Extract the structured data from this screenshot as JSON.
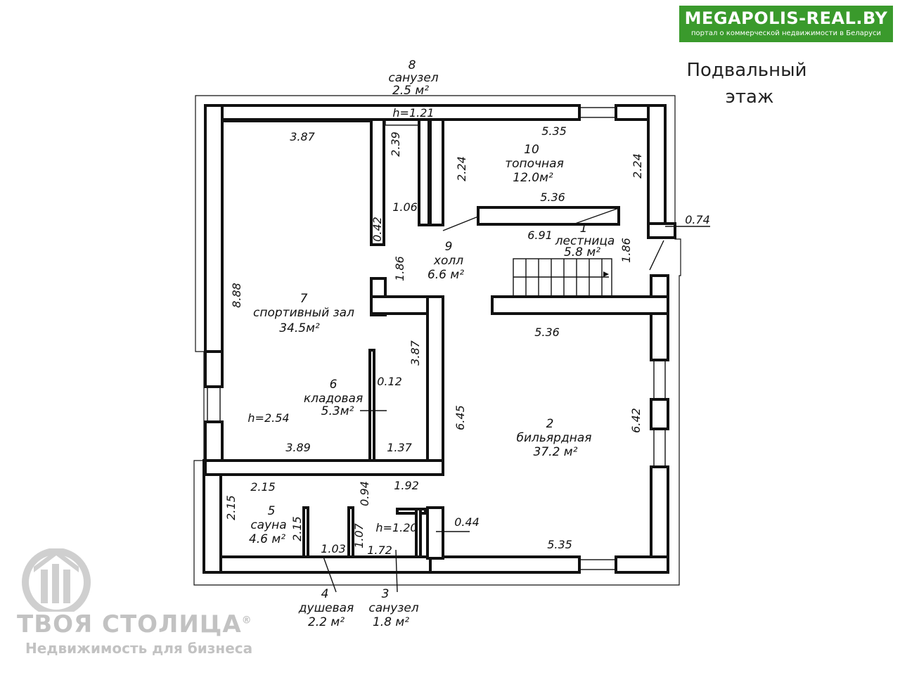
{
  "title": {
    "line1": "Подвальный",
    "line2": "этаж"
  },
  "brand": {
    "name": "MEGAPOLIS-REAL.BY",
    "tagline": "портал о коммерческой недвижимости в Беларуси",
    "color": "#3a9a2c"
  },
  "watermark": {
    "name": "ТВОЯ СТОЛИЦА",
    "registered": "®",
    "tagline": "Недвижимость для бизнеса",
    "color": "#c2c2c2"
  },
  "rooms": [
    {
      "num": "1",
      "name": "лестница",
      "area": "5.8 м²"
    },
    {
      "num": "2",
      "name": "бильярдная",
      "area": "37.2 м²"
    },
    {
      "num": "3",
      "name": "санузел",
      "area": "1.8 м²"
    },
    {
      "num": "4",
      "name": "душевая",
      "area": "2.2 м²"
    },
    {
      "num": "5",
      "name": "сауна",
      "area": "4.6 м²"
    },
    {
      "num": "6",
      "name": "кладовая",
      "area": "5.3м²"
    },
    {
      "num": "7",
      "name": "спортивный зал",
      "area": "34.5м²"
    },
    {
      "num": "8",
      "name": "санузел",
      "area": "2.5 м²"
    },
    {
      "num": "9",
      "name": "холл",
      "area": "6.6 м²"
    },
    {
      "num": "10",
      "name": "топочная",
      "area": "12.0м²"
    }
  ],
  "dims": {
    "d387a": "3.87",
    "d239": "2.39",
    "h121": "h=1.21",
    "d535a": "5.35",
    "d224a": "2.24",
    "d224b": "2.24",
    "d536a": "5.36",
    "d106": "1.06",
    "d042": "0.42",
    "d074": "0.74",
    "d691": "6.91",
    "d186a": "1.86",
    "d186b": "1.86",
    "d888": "8.88",
    "d536b": "5.36",
    "d387b": "3.87",
    "d012": "0.12",
    "h254": "h=2.54",
    "d645": "6.45",
    "d642": "6.42",
    "d389": "3.89",
    "d137": "1.37",
    "d215a": "2.15",
    "d094": "0.94",
    "d192": "1.92",
    "d215b": "2.15",
    "d215c": "2.15",
    "d107": "1.07",
    "h120": "h=1.20",
    "d044": "0.44",
    "d103": "1.03",
    "d172": "1.72",
    "d535b": "5.35"
  }
}
